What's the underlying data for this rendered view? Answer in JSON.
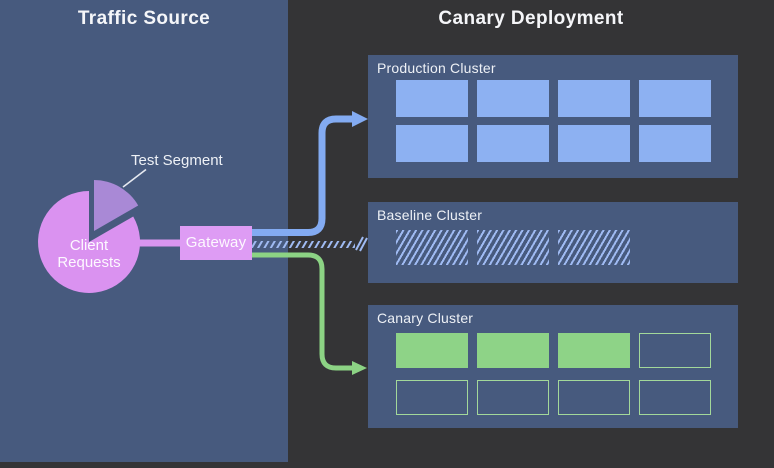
{
  "traffic_source": {
    "title": "Traffic Source",
    "pie_label": "Client Requests",
    "test_segment_label": "Test Segment",
    "gateway_label": "Gateway"
  },
  "deployment": {
    "title": "Canary Deployment"
  },
  "clusters": [
    {
      "label": "Production Cluster",
      "instances": [
        "active",
        "active",
        "active",
        "active",
        "active",
        "active",
        "active",
        "active"
      ]
    },
    {
      "label": "Baseline Cluster",
      "instances": [
        "hatched",
        "hatched",
        "hatched"
      ]
    },
    {
      "label": "Canary Cluster",
      "instances": [
        "canary",
        "canary",
        "canary",
        "idle",
        "idle",
        "idle",
        "idle",
        "idle"
      ]
    }
  ],
  "flows": [
    {
      "from": "Gateway",
      "to": "Production Cluster",
      "style": "solid",
      "color": "#83abf2"
    },
    {
      "from": "Gateway",
      "to": "Baseline Cluster",
      "style": "hatched",
      "color": "#9fbaf2"
    },
    {
      "from": "Gateway",
      "to": "Canary Cluster",
      "style": "solid",
      "color": "#8cd384"
    }
  ],
  "colors": {
    "background": "#343436",
    "panel_slate": "#475a7e",
    "instance_blue": "#8db1f2",
    "arrow_blue": "#83abf2",
    "hatch_blue": "#9fbaf2",
    "instance_green": "#8ed387",
    "outline_green": "#a3d89a",
    "arrow_green": "#8cd384",
    "pie_pink": "#da92f0",
    "wedge_purple": "#a989d6",
    "gateway_pink": "#de9cf4",
    "text": "#f2f4f8"
  }
}
